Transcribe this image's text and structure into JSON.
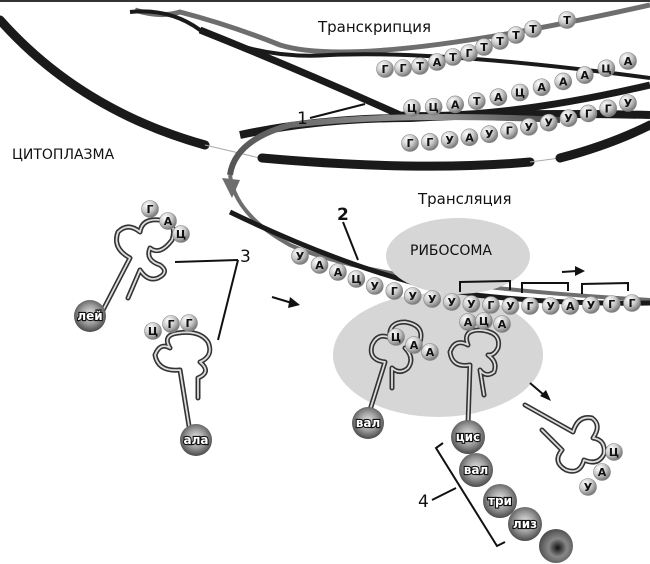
{
  "labels": {
    "transcription": "Транскрипция",
    "translation": "Трансляция",
    "cytoplasm": "ЦИТОПЛАЗМА",
    "ribosome": "РИБОСОМА",
    "marker_1": "1",
    "marker_2": "2",
    "marker_3": "3",
    "marker_4": "4"
  },
  "dna": {
    "top_strand": [
      "Г",
      "Г",
      "Т",
      "А",
      "Т",
      "Г",
      "Т",
      "Т",
      "Т",
      "Т",
      "Т"
    ],
    "bottom_strand": [
      "Ц",
      "Ц",
      "А",
      "Т",
      "А",
      "Ц",
      "А",
      "А",
      "А",
      "Ц",
      "А"
    ],
    "mrna_transcript": [
      "Г",
      "Г",
      "У",
      "А",
      "У",
      "Г",
      "У",
      "У",
      "У",
      "Г",
      "Г",
      "У"
    ]
  },
  "mrna": {
    "sequence": [
      "У",
      "А",
      "А",
      "Ц",
      "У",
      "Г",
      "У",
      "У",
      "У",
      "У",
      "Г",
      "У",
      "Г",
      "У",
      "А",
      "У",
      "Г",
      "Г"
    ],
    "codon_brackets": 3
  },
  "trnas": [
    {
      "id": "leu",
      "anticodon": [
        "Г",
        "А",
        "Ц"
      ],
      "amino_acid": "лей"
    },
    {
      "id": "ala",
      "anticodon": [
        "Ц",
        "Г",
        "Г"
      ],
      "amino_acid": "ала"
    },
    {
      "id": "val",
      "anticodon": [
        "Ц",
        "А",
        "А"
      ],
      "amino_acid": "вал"
    },
    {
      "id": "cys",
      "anticodon": [
        "А",
        "Ц",
        "А"
      ],
      "amino_acid": "цис"
    },
    {
      "id": "released",
      "anticodon": [
        "Ц",
        "А",
        "У"
      ],
      "amino_acid": ""
    }
  ],
  "polypeptide": [
    "цис",
    "вал",
    "три",
    "лиз",
    ""
  ],
  "colors": {
    "strand_dark": "#1a1a1a",
    "strand_grey": "#6e6e6e",
    "ribosome": "#d6d6d6",
    "nucleotide": "#cfcfcf"
  }
}
